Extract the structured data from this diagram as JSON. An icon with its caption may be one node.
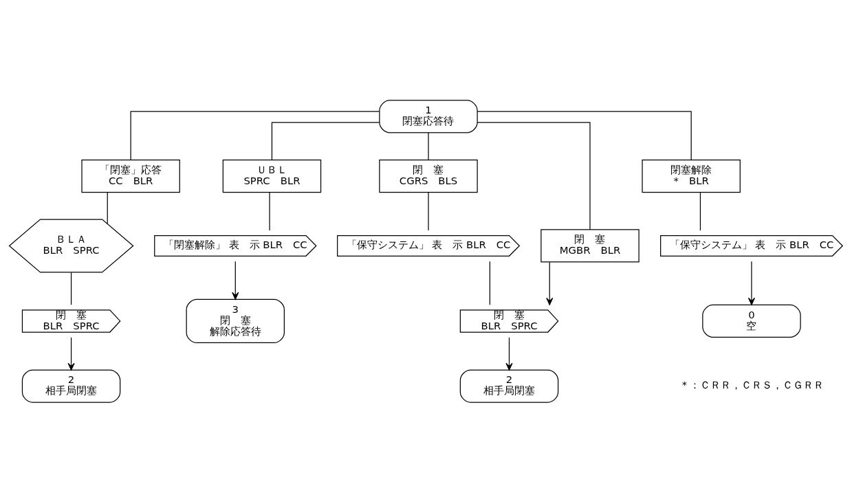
{
  "diagram": {
    "nodes": [
      {
        "text": [
          "1",
          "閉塞応答待"
        ]
      },
      {
        "text": [
          "「閉塞」応答",
          "CC　BLR"
        ]
      },
      {
        "text": [
          "ＵＢＬ",
          "SPRC　BLR"
        ]
      },
      {
        "text": [
          "閉　塞",
          "CGRS　BLS"
        ]
      },
      {
        "text": [
          "閉　塞",
          "MGBR　BLR"
        ]
      },
      {
        "text": [
          "閉塞解除",
          "*　BLR"
        ]
      },
      {
        "text": [
          "ＢＬＡ",
          "BLR　SPRC"
        ]
      },
      {
        "text": [
          "閉　塞",
          "BLR　SPRC"
        ]
      },
      {
        "text": [
          "2",
          "相手局閉塞"
        ]
      },
      {
        "text": [
          "「閉塞解除」 表　示 BLR　CC"
        ]
      },
      {
        "text": [
          "3",
          "閉　塞",
          "解除応答待"
        ]
      },
      {
        "text": [
          "「保守システム」 表　示 BLR　CC"
        ]
      },
      {
        "text": [
          "閉　塞",
          "BLR　SPRC"
        ]
      },
      {
        "text": [
          "2",
          "相手局閉塞"
        ]
      },
      {
        "text": [
          "「保守システム」 表　示 BLR　CC"
        ]
      },
      {
        "text": [
          "0",
          "空"
        ]
      }
    ],
    "edges": [
      {
        "from": 0,
        "to": 1,
        "arrow": "none"
      },
      {
        "from": 0,
        "to": 2,
        "arrow": "none"
      },
      {
        "from": 0,
        "to": 3,
        "arrow": "none"
      },
      {
        "from": 0,
        "to": 4,
        "arrow": "none"
      },
      {
        "from": 0,
        "to": 5,
        "arrow": "none"
      },
      {
        "from": 1,
        "to": 6,
        "arrow": "none"
      },
      {
        "from": 6,
        "to": 7,
        "arrow": "none"
      },
      {
        "from": 7,
        "to": 8,
        "arrow": "to"
      },
      {
        "from": 2,
        "to": 9,
        "arrow": "none"
      },
      {
        "from": 9,
        "to": 10,
        "arrow": "to"
      },
      {
        "from": 3,
        "to": 11,
        "arrow": "none"
      },
      {
        "from": 11,
        "to": 12,
        "arrow": "none"
      },
      {
        "from": 4,
        "to": 12,
        "arrow": "to"
      },
      {
        "from": 12,
        "to": 13,
        "arrow": "to"
      },
      {
        "from": 5,
        "to": 14,
        "arrow": "none"
      },
      {
        "from": 14,
        "to": 15,
        "arrow": "to"
      }
    ],
    "labels": [
      "＊：ＣＲＲ，ＣＲＳ，ＣＧＲＲ"
    ]
  }
}
